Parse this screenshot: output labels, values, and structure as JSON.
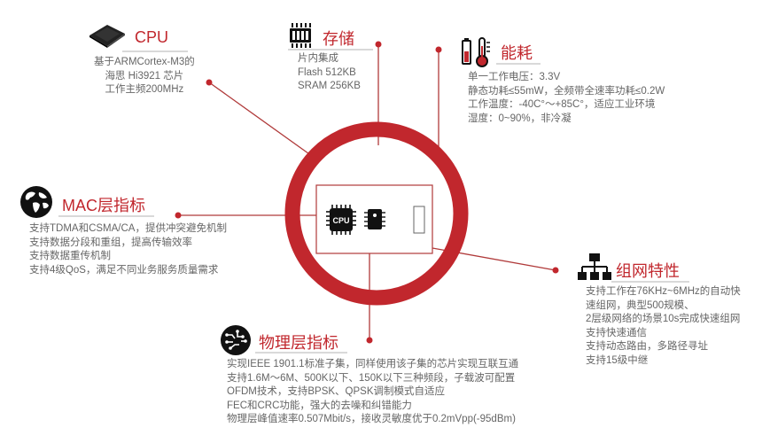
{
  "colors": {
    "accent": "#c1272d",
    "text": "#666666",
    "icon": "#1a1a1a"
  },
  "center": {
    "chip_label": "CPU"
  },
  "cpu": {
    "title": "CPU",
    "lines": [
      "基于ARMCortex-M3的",
      "海思 Hi3921 芯片",
      "工作主频200MHz"
    ],
    "icon": "chip-icon"
  },
  "storage": {
    "title": "存储",
    "lines": [
      "片内集成",
      "Flash 512KB",
      "SRAM 256KB"
    ],
    "icon": "memory-chip-icon"
  },
  "power": {
    "title": "能耗",
    "lines": [
      "单一工作电压：3.3V",
      "静态功耗≤55mW，全频带全速率功耗≤0.2W",
      "工作温度：-40C°～+85C°，适应工业环境",
      "湿度：0~90%，非冷凝"
    ],
    "icon": "battery-thermometer-icon"
  },
  "mac": {
    "title": "MAC层指标",
    "lines": [
      "支持TDMA和CSMA/CA，提供冲突避免机制",
      "支持数据分段和重组，提高传输效率",
      "支持数据重传机制",
      "支持4级QoS，满足不同业务服务质量需求"
    ],
    "icon": "globe-icon"
  },
  "network": {
    "title": "组网特性",
    "lines": [
      "支持工作在76KHz~6MHz的自动快",
      "速组网，典型500规模、",
      "2层级网络的场景10s完成快速组网",
      "支持快速通信",
      "支持动态路由，多路径寻址",
      "支持15级中继"
    ],
    "icon": "network-topology-icon"
  },
  "phy": {
    "title": "物理层指标",
    "lines": [
      "实现IEEE 1901.1标准子集，同样使用该子集的芯片实现互联互通",
      "支持1.6M～6M、500K以下、150K以下三种频段，子载波可配置",
      "OFDM技术，支持BPSK、QPSK调制模式自适应",
      "FEC和CRC功能，强大的去噪和纠错能力",
      "物理层峰值速率0.507Mbit/s，接收灵敏度优于0.2mVpp(-95dBm)"
    ],
    "icon": "circuit-head-icon"
  }
}
